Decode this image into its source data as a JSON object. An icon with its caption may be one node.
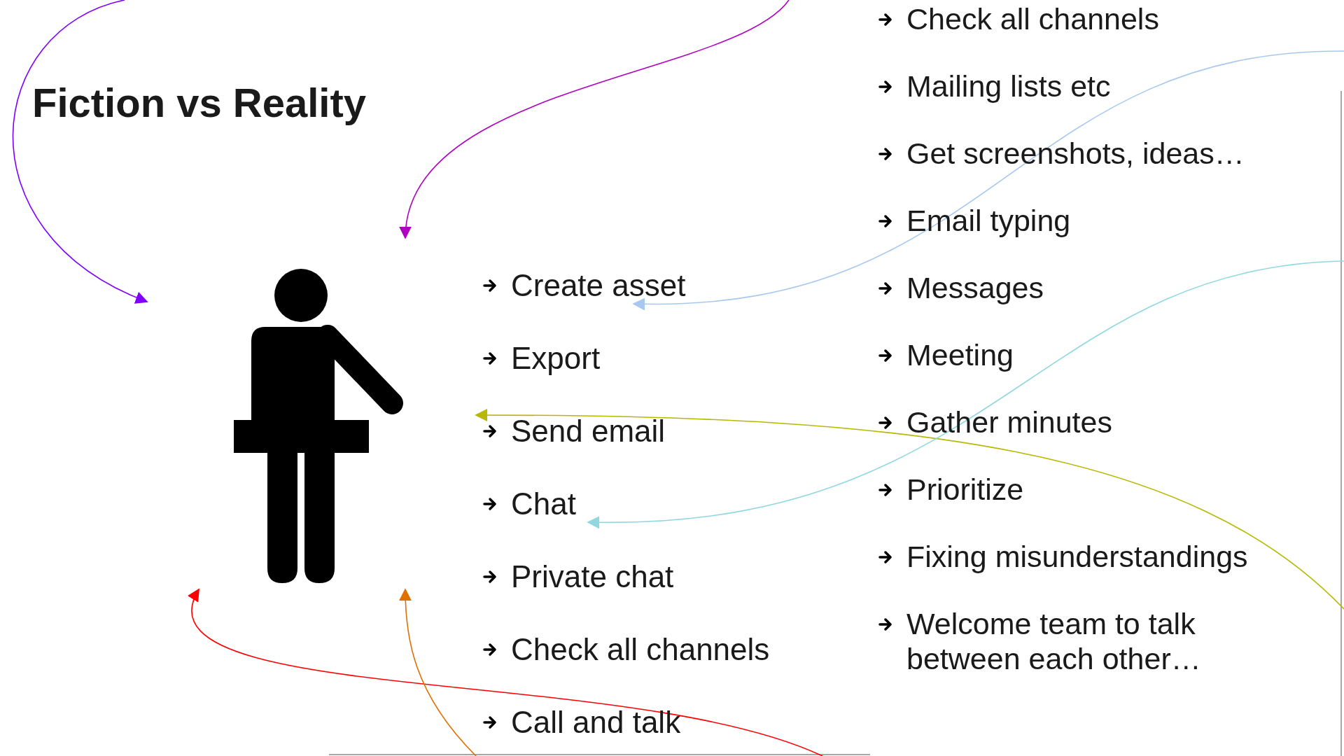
{
  "diagram": {
    "title": "Fiction vs Reality",
    "nodes": [
      {
        "text": [],
        "shape": "person"
      },
      {
        "text": [
          "Create asset"
        ]
      },
      {
        "text": [
          "Export"
        ]
      },
      {
        "text": [
          "Send email"
        ]
      },
      {
        "text": [
          "Chat"
        ]
      },
      {
        "text": [
          "Private chat"
        ]
      },
      {
        "text": [
          "Check all channels"
        ]
      },
      {
        "text": [
          "Call and talk"
        ]
      },
      {
        "text": [
          "Check all channels"
        ]
      },
      {
        "text": [
          "Mailing lists etc"
        ]
      },
      {
        "text": [
          "Get screenshots, ideas…"
        ]
      },
      {
        "text": [
          "Email typing"
        ]
      },
      {
        "text": [
          "Messages"
        ]
      },
      {
        "text": [
          "Meeting"
        ]
      },
      {
        "text": [
          "Gather minutes"
        ]
      },
      {
        "text": [
          "Prioritize"
        ]
      },
      {
        "text": [
          "Fixing misunderstandings"
        ]
      },
      {
        "text": [
          "Welcome team to talk between each other…"
        ]
      }
    ],
    "edges": [
      {
        "from": null,
        "to": 0,
        "arrow": "to",
        "color": "#8000ff"
      },
      {
        "from": null,
        "to": 0,
        "arrow": "to",
        "color": "#b000c0"
      },
      {
        "from": null,
        "to": 1,
        "arrow": "to",
        "color": "#a8c8f0"
      },
      {
        "from": null,
        "to": 0,
        "arrow": "to",
        "color": "#b8b800"
      },
      {
        "from": null,
        "to": 4,
        "arrow": "to",
        "color": "#90d8e0"
      },
      {
        "from": null,
        "to": 0,
        "arrow": "to",
        "color": "#ff0000"
      },
      {
        "from": null,
        "to": 0,
        "arrow": "to",
        "color": "#e07000"
      }
    ]
  }
}
